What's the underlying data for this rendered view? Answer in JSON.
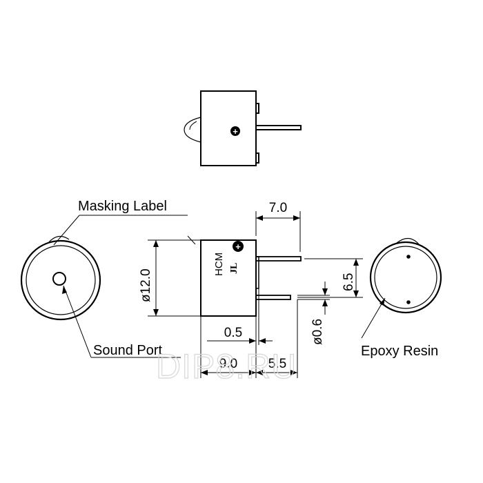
{
  "labels": {
    "masking_label": "Masking Label",
    "sound_port": "Sound Port",
    "epoxy_resin": "Epoxy Resin"
  },
  "dimensions": {
    "length_total": "7.0",
    "diameter": "ø12.0",
    "pin_spacing": "6.5",
    "pin_diameter": "ø0.6",
    "gap": "0.5",
    "body_height": "9.0",
    "pin_length": "5.5"
  },
  "markings": {
    "hcm": "HCM",
    "jl": "JL",
    "plus": "+"
  },
  "watermark": "DIP8.RU",
  "colors": {
    "line": "#000000",
    "watermark": "#d6d6d6"
  }
}
